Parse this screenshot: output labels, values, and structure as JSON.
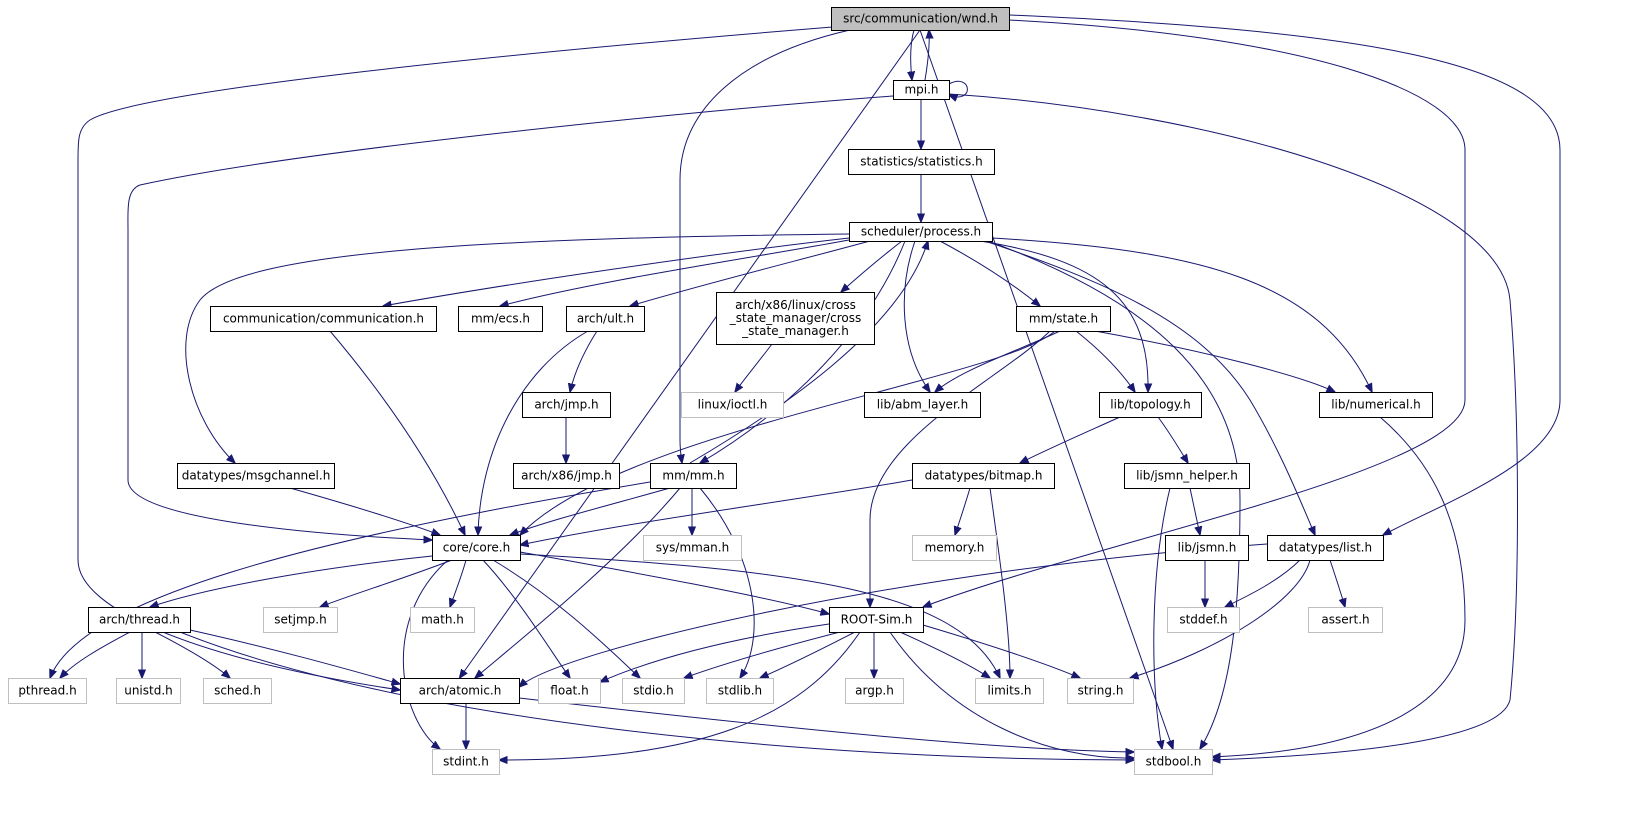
{
  "diagram": {
    "type": "include-dependency-graph",
    "colors": {
      "edge": "#191970",
      "root_fill": "#bfbfbf",
      "root_border": "#000000",
      "node_fill": "#ffffff",
      "node_border": "#000000",
      "external_border": "#bfbfbf"
    },
    "nodes": [
      {
        "id": "wnd",
        "label": "src/communication/wnd.h",
        "kind": "root"
      },
      {
        "id": "mpi",
        "label": "mpi.h",
        "kind": "internal"
      },
      {
        "id": "statistics",
        "label": "statistics/statistics.h",
        "kind": "internal"
      },
      {
        "id": "process",
        "label": "scheduler/process.h",
        "kind": "internal"
      },
      {
        "id": "communication",
        "label": "communication/communication.h",
        "kind": "internal"
      },
      {
        "id": "ecs",
        "label": "mm/ecs.h",
        "kind": "internal"
      },
      {
        "id": "ult",
        "label": "arch/ult.h",
        "kind": "internal"
      },
      {
        "id": "csm",
        "label": [
          "arch/x86/linux/cross",
          "_state_manager/cross",
          "_state_manager.h"
        ],
        "kind": "internal"
      },
      {
        "id": "state",
        "label": "mm/state.h",
        "kind": "internal"
      },
      {
        "id": "ioctl",
        "label": "linux/ioctl.h",
        "kind": "external"
      },
      {
        "id": "jmp",
        "label": "arch/jmp.h",
        "kind": "internal"
      },
      {
        "id": "abm",
        "label": "lib/abm_layer.h",
        "kind": "internal"
      },
      {
        "id": "topology",
        "label": "lib/topology.h",
        "kind": "internal"
      },
      {
        "id": "numerical",
        "label": "lib/numerical.h",
        "kind": "internal"
      },
      {
        "id": "msgchannel",
        "label": "datatypes/msgchannel.h",
        "kind": "internal"
      },
      {
        "id": "x86jmp",
        "label": "arch/x86/jmp.h",
        "kind": "internal"
      },
      {
        "id": "mm",
        "label": "mm/mm.h",
        "kind": "internal"
      },
      {
        "id": "bitmap",
        "label": "datatypes/bitmap.h",
        "kind": "internal"
      },
      {
        "id": "jsmnhelper",
        "label": "lib/jsmn_helper.h",
        "kind": "internal"
      },
      {
        "id": "core",
        "label": "core/core.h",
        "kind": "internal"
      },
      {
        "id": "sysmman",
        "label": "sys/mman.h",
        "kind": "external"
      },
      {
        "id": "memory",
        "label": "memory.h",
        "kind": "external"
      },
      {
        "id": "jsmn",
        "label": "lib/jsmn.h",
        "kind": "internal"
      },
      {
        "id": "list",
        "label": "datatypes/list.h",
        "kind": "internal"
      },
      {
        "id": "thread",
        "label": "arch/thread.h",
        "kind": "internal"
      },
      {
        "id": "setjmp",
        "label": "setjmp.h",
        "kind": "external"
      },
      {
        "id": "math",
        "label": "math.h",
        "kind": "external"
      },
      {
        "id": "rootsim",
        "label": "ROOT-Sim.h",
        "kind": "internal"
      },
      {
        "id": "stddef",
        "label": "stddef.h",
        "kind": "external"
      },
      {
        "id": "assert",
        "label": "assert.h",
        "kind": "external"
      },
      {
        "id": "pthread",
        "label": "pthread.h",
        "kind": "external"
      },
      {
        "id": "unistd",
        "label": "unistd.h",
        "kind": "external"
      },
      {
        "id": "sched",
        "label": "sched.h",
        "kind": "external"
      },
      {
        "id": "atomic",
        "label": "arch/atomic.h",
        "kind": "internal"
      },
      {
        "id": "float",
        "label": "float.h",
        "kind": "external"
      },
      {
        "id": "stdio",
        "label": "stdio.h",
        "kind": "external"
      },
      {
        "id": "stdlib",
        "label": "stdlib.h",
        "kind": "external"
      },
      {
        "id": "argp",
        "label": "argp.h",
        "kind": "external"
      },
      {
        "id": "limits",
        "label": "limits.h",
        "kind": "external"
      },
      {
        "id": "string",
        "label": "string.h",
        "kind": "external"
      },
      {
        "id": "stdint",
        "label": "stdint.h",
        "kind": "external"
      },
      {
        "id": "stdbool",
        "label": "stdbool.h",
        "kind": "external"
      }
    ],
    "edges": [
      [
        "wnd",
        "mpi"
      ],
      [
        "wnd",
        "mm"
      ],
      [
        "wnd",
        "core"
      ],
      [
        "wnd",
        "atomic"
      ],
      [
        "wnd",
        "rootsim"
      ],
      [
        "wnd",
        "list"
      ],
      [
        "wnd",
        "stdbool"
      ],
      [
        "mpi",
        "wnd"
      ],
      [
        "mpi",
        "mpi"
      ],
      [
        "mpi",
        "statistics"
      ],
      [
        "mpi",
        "core"
      ],
      [
        "mpi",
        "stdbool"
      ],
      [
        "statistics",
        "process"
      ],
      [
        "process",
        "communication"
      ],
      [
        "process",
        "ecs"
      ],
      [
        "process",
        "ult"
      ],
      [
        "process",
        "csm"
      ],
      [
        "process",
        "state"
      ],
      [
        "process",
        "abm"
      ],
      [
        "process",
        "topology"
      ],
      [
        "process",
        "numerical"
      ],
      [
        "process",
        "msgchannel"
      ],
      [
        "process",
        "mm"
      ],
      [
        "process",
        "list"
      ],
      [
        "process",
        "stdbool"
      ],
      [
        "communication",
        "core"
      ],
      [
        "ult",
        "jmp"
      ],
      [
        "ult",
        "core"
      ],
      [
        "csm",
        "ioctl"
      ],
      [
        "jmp",
        "x86jmp"
      ],
      [
        "state",
        "abm"
      ],
      [
        "state",
        "topology"
      ],
      [
        "state",
        "numerical"
      ],
      [
        "state",
        "core"
      ],
      [
        "state",
        "rootsim"
      ],
      [
        "topology",
        "bitmap"
      ],
      [
        "topology",
        "jsmnhelper"
      ],
      [
        "numerical",
        "stdbool"
      ],
      [
        "msgchannel",
        "core"
      ],
      [
        "mm",
        "process"
      ],
      [
        "mm",
        "core"
      ],
      [
        "mm",
        "sysmman"
      ],
      [
        "mm",
        "stdlib"
      ],
      [
        "mm",
        "atomic"
      ],
      [
        "mm",
        "pthread"
      ],
      [
        "bitmap",
        "core"
      ],
      [
        "bitmap",
        "memory"
      ],
      [
        "bitmap",
        "limits"
      ],
      [
        "jsmnhelper",
        "jsmn"
      ],
      [
        "jsmnhelper",
        "stdbool"
      ],
      [
        "jsmn",
        "stddef"
      ],
      [
        "list",
        "stddef"
      ],
      [
        "list",
        "assert"
      ],
      [
        "list",
        "string"
      ],
      [
        "list",
        "atomic"
      ],
      [
        "core",
        "thread"
      ],
      [
        "core",
        "setjmp"
      ],
      [
        "core",
        "math"
      ],
      [
        "core",
        "rootsim"
      ],
      [
        "core",
        "float"
      ],
      [
        "core",
        "stdio"
      ],
      [
        "core",
        "limits"
      ],
      [
        "core",
        "stdint"
      ],
      [
        "thread",
        "pthread"
      ],
      [
        "thread",
        "unistd"
      ],
      [
        "thread",
        "sched"
      ],
      [
        "thread",
        "atomic"
      ],
      [
        "thread",
        "stdbool"
      ],
      [
        "rootsim",
        "float"
      ],
      [
        "rootsim",
        "stdio"
      ],
      [
        "rootsim",
        "stdlib"
      ],
      [
        "rootsim",
        "argp"
      ],
      [
        "rootsim",
        "limits"
      ],
      [
        "rootsim",
        "string"
      ],
      [
        "rootsim",
        "stdint"
      ],
      [
        "rootsim",
        "stdbool"
      ],
      [
        "atomic",
        "stdint"
      ],
      [
        "atomic",
        "stdbool"
      ]
    ]
  }
}
